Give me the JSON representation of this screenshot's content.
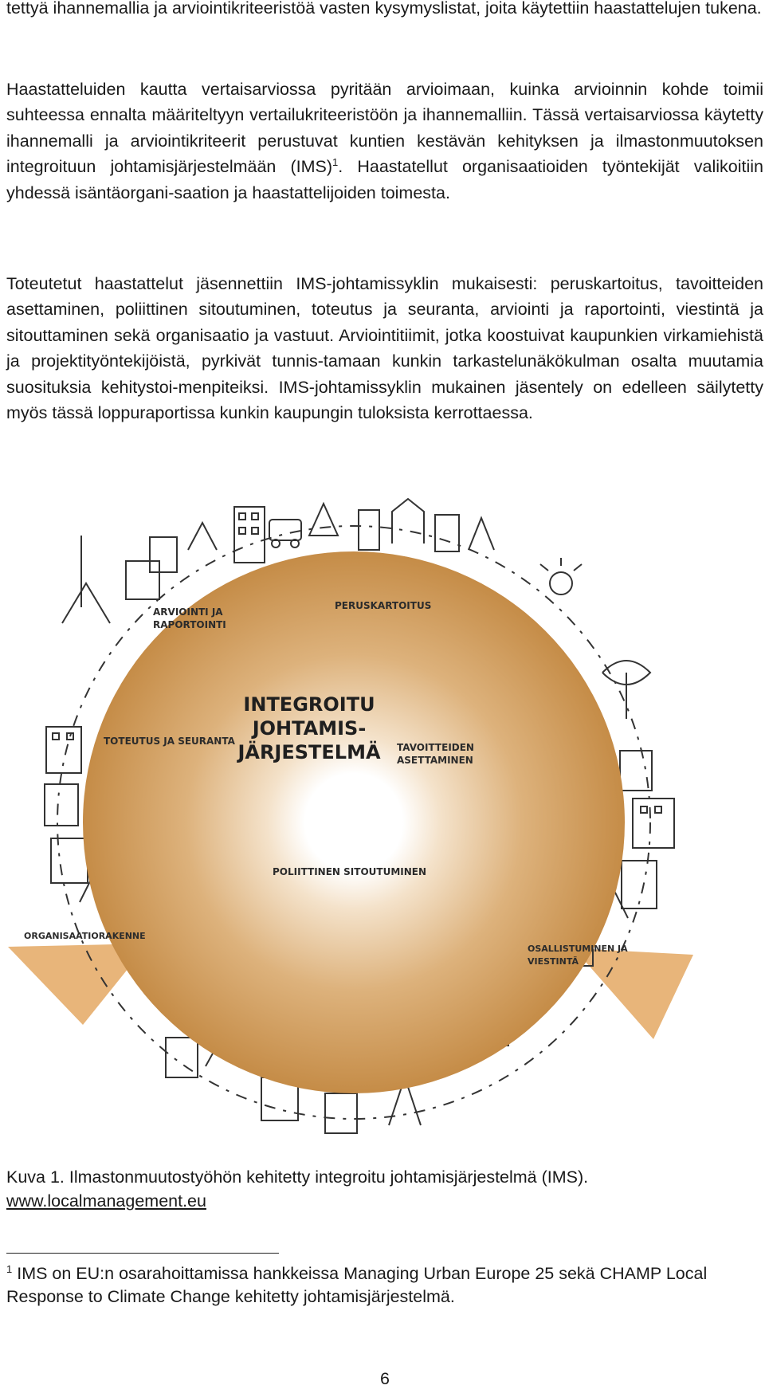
{
  "paragraphs": {
    "p1": {
      "text": "tettyä ihannemallia ja arviointikriteeristöä vasten kysymyslistat, joita käytettiin haastattelujen tukena."
    },
    "p2": {
      "text_before": "Haastatteluiden kautta vertaisarviossa pyritään arvioimaan, kuinka arvioinnin kohde toimii suhteessa ennalta määriteltyyn vertailukriteeristöön ja ihannemalliin. Tässä vertaisarviossa käytetty ihannemalli ja arviointikriteerit perustuvat kuntien kestävän kehityksen ja ilmastonmuutoksen integroituun johtamisjärjestelmään (IMS)",
      "footnote_ref": "1",
      "text_after": ". Haastatellut organisaatioiden työntekijät valikoitiin yhdessä isäntäorgani-saation ja haastattelijoiden toimesta."
    },
    "p3": {
      "text": "Toteutetut haastattelut jäsennettiin IMS-johtamissyklin mukaisesti: peruskartoitus, tavoitteiden asettaminen, poliittinen sitoutuminen, toteutus ja seuranta, arviointi ja raportointi, viestintä ja sitouttaminen sekä organisaatio ja vastuut. Arviointitiimit, jotka koostuivat kaupunkien virkamiehistä ja projektityöntekijöistä, pyrkivät tunnis-tamaan kunkin tarkastelunäkökulman osalta muutamia suosituksia kehitystoi-menpiteiksi. IMS-johtamissyklin mukainen jäsentely on edelleen säilytetty myös tässä loppuraportissa kunkin kaupungin tuloksista kerrottaessa."
    }
  },
  "figure": {
    "center_lines": [
      "INTEGROITU",
      "JOHTAMIS-",
      "JÄRJESTELMÄ"
    ],
    "labels": {
      "arviointi": [
        "ARVIOINTI JA",
        "RAPORTOINTI"
      ],
      "peruskartoitus": [
        "PERUSKARTOITUS"
      ],
      "toteutus": [
        "TOTEUTUS JA SEURANTA"
      ],
      "tavoitteiden": [
        "TAVOITTEIDEN",
        "ASETTAMINEN"
      ],
      "poliittinen": [
        "POLIITTINEN SITOUTUMINEN"
      ],
      "organisaatio": [
        "ORGANISAATIORAKENNE"
      ],
      "osallistuminen": [
        "OSALLISTUMINEN JA",
        "VIESTINTÄ"
      ]
    },
    "colors": {
      "disc_outer": "#c9924e",
      "disc_mid": "#ddb27c",
      "disc_inner": "#f1dcc0",
      "wedge": "#e8b57a",
      "ink": "#333333"
    }
  },
  "caption": {
    "text": "Kuva 1. Ilmastonmuutostyöhön kehitetty integroitu johtamisjärjestelmä (IMS).",
    "link": "www.localmanagement.eu"
  },
  "footnote": {
    "marker": "1",
    "text": "IMS on EU:n osarahoittamissa hankkeissa Managing Urban Europe 25 sekä CHAMP Local Response to Climate Change kehitetty johtamisjärjestelmä."
  },
  "page_number": "6"
}
